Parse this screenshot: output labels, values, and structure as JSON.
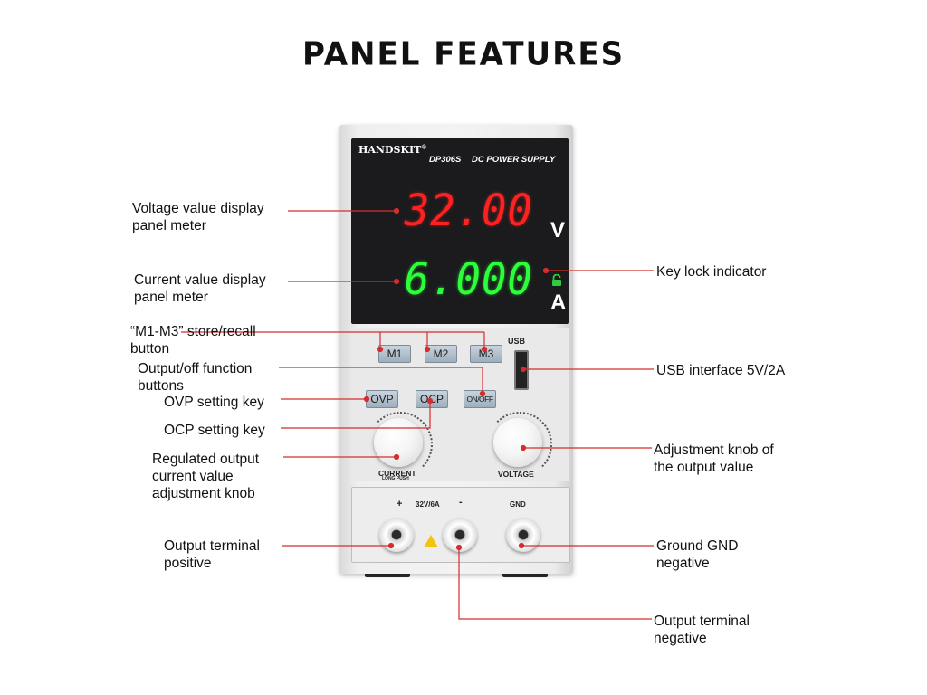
{
  "title": "PANEL FEATURES",
  "device": {
    "brand": "HANDSKIT",
    "brand_mark": "®",
    "model": "DP306S",
    "subtitle": "DC POWER SUPPLY",
    "voltage_display": "32.00",
    "voltage_unit": "V",
    "current_display": "6.000",
    "current_unit": "A",
    "keys": {
      "m1": "M1",
      "m2": "M2",
      "m3": "M3",
      "ovp": "OVP",
      "ocp": "OCP",
      "onoff": "ON/OFF"
    },
    "usb_label": "USB",
    "current_knob_label": "CURRENT",
    "current_knob_sub": "LONG PUSH",
    "voltage_knob_label": "VOLTAGE",
    "terminal_plus": "+",
    "terminal_rating": "32V/6A",
    "terminal_minus": "-",
    "terminal_gnd": "GND"
  },
  "labels": {
    "voltage_display": "Voltage value display\npanel meter",
    "current_display": "Current value display\npanel meter",
    "m_buttons": "“M1-M3” store/recall\nbutton",
    "output_off": "Output/off function\nbuttons",
    "ovp": "OVP setting key",
    "ocp": "OCP setting key",
    "current_knob": "Regulated output\ncurrent value\nadjustment knob",
    "output_positive": "Output terminal\npositive",
    "key_lock": "Key lock indicator",
    "usb": "USB interface 5V/2A",
    "adjust_knob": "Adjustment knob of\nthe output value",
    "gnd": "Ground GND\nnegative",
    "output_negative": "Output terminal\nnegative"
  },
  "colors": {
    "leader": "#d62c2c",
    "voltage_digits": "#ff2020",
    "current_digits": "#2cff3a",
    "lock_icon": "#2ecc40"
  }
}
